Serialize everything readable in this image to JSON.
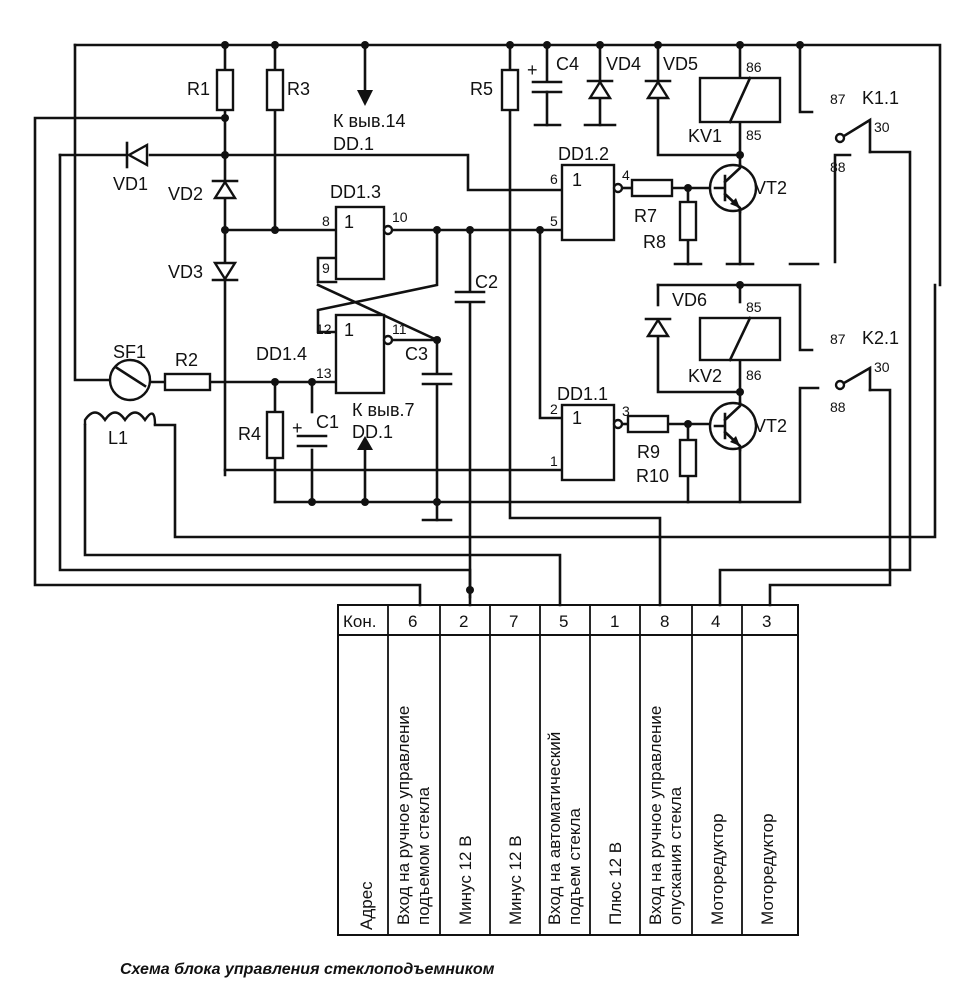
{
  "caption": "Схема блока управления стеклоподъемником",
  "labels": {
    "R1": "R1",
    "R2": "R2",
    "R3": "R3",
    "R4": "R4",
    "R5": "R5",
    "R7": "R7",
    "R8": "R8",
    "R9": "R9",
    "R10": "R10",
    "C1": "C1",
    "C2": "C2",
    "C3": "C3",
    "C4": "C4",
    "VD1": "VD1",
    "VD2": "VD2",
    "VD3": "VD3",
    "VD4": "VD4",
    "VD5": "VD5",
    "VD6": "VD6",
    "VT2a": "VT2",
    "VT2b": "VT2",
    "KV1": "KV1",
    "KV2": "KV2",
    "K11": "K1.1",
    "K21": "K2.1",
    "SF1": "SF1",
    "L1": "L1",
    "DD11": "DD1.1",
    "DD12": "DD1.2",
    "DD13": "DD1.3",
    "DD14": "DD1.4",
    "to14_a": "К выв.14",
    "to14_b": "DD.1",
    "to7_a": "К выв.7",
    "to7_b": "DD.1",
    "plus": "+",
    "gate_one": "1"
  },
  "pins": {
    "dd13_in8": "8",
    "dd13_in9": "9",
    "dd13_out": "10",
    "dd14_in12": "12",
    "dd14_in13": "13",
    "dd14_out": "11",
    "dd12_in6": "6",
    "dd12_in5": "5",
    "dd12_out": "4",
    "dd11_in2": "2",
    "dd11_in1": "1",
    "dd11_out": "3",
    "kv1_top": "86",
    "kv1_bot": "85",
    "kv2_top": "85",
    "kv2_bot": "86",
    "k1_87": "87",
    "k1_88": "88",
    "k1_30": "30",
    "k2_87": "87",
    "k2_88": "88",
    "k2_30": "30"
  },
  "table": {
    "header": "Кон.",
    "row_label": "Адрес",
    "columns": [
      {
        "num": "6",
        "text": [
          "Вход на ручное управление",
          "подъемом стекла"
        ]
      },
      {
        "num": "2",
        "text": [
          "Минус 12 В"
        ]
      },
      {
        "num": "7",
        "text": [
          "Минус 12 В"
        ]
      },
      {
        "num": "5",
        "text": [
          "Вход на автоматический",
          "подъем стекла"
        ]
      },
      {
        "num": "1",
        "text": [
          "Плюс 12 В"
        ]
      },
      {
        "num": "8",
        "text": [
          "Вход на ручное управление",
          "опускания стекла"
        ]
      },
      {
        "num": "4",
        "text": [
          "Моторедуктор"
        ]
      },
      {
        "num": "3",
        "text": [
          "Моторедуктор"
        ]
      }
    ]
  }
}
